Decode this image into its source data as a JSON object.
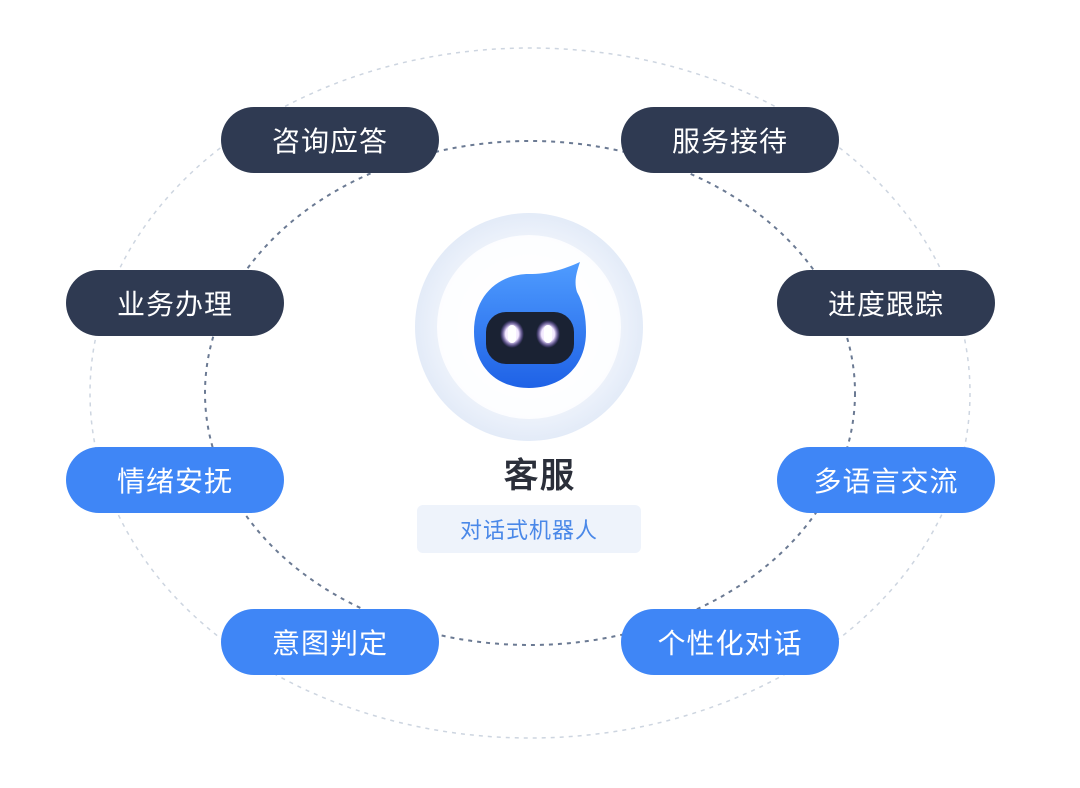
{
  "center": {
    "title": "客服",
    "subtitle": "对话式机器人"
  },
  "features": [
    {
      "label": "咨询应答",
      "style": "dark"
    },
    {
      "label": "服务接待",
      "style": "dark"
    },
    {
      "label": "业务办理",
      "style": "dark"
    },
    {
      "label": "进度跟踪",
      "style": "dark"
    },
    {
      "label": "情绪安抚",
      "style": "blue"
    },
    {
      "label": "多语言交流",
      "style": "blue"
    },
    {
      "label": "意图判定",
      "style": "blue"
    },
    {
      "label": "个性化对话",
      "style": "blue"
    }
  ],
  "colors": {
    "dark_pill": "#2f3a52",
    "blue_pill": "#3f86f6",
    "subtitle_bg": "#eef3fb",
    "subtitle_text": "#4a88e8",
    "title_text": "#2b2f3a"
  },
  "icons": {
    "center": "robot-mascot-icon"
  }
}
